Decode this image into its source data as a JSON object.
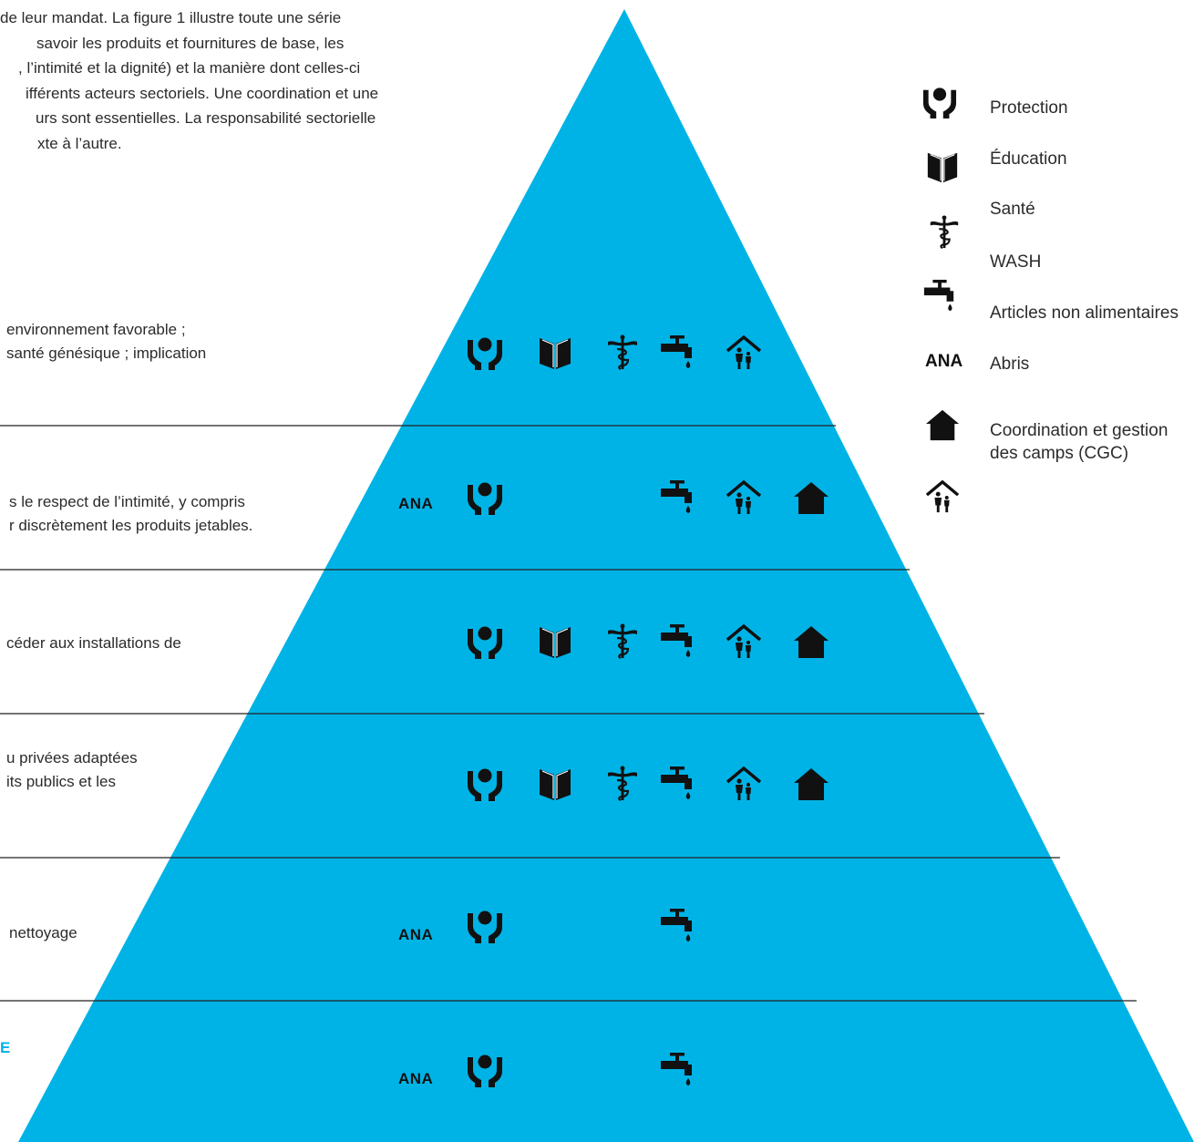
{
  "intro_lines": [
    "de leur mandat. La figure 1 illustre toute une série",
    "savoir les produits et fournitures de base, les",
    ", l’intimité et la dignité) et la manière dont celles-ci",
    "ifférents acteurs sectoriels. Une coordination et une",
    "urs sont essentielles. La responsabilité sectorielle",
    "xte à l’autre."
  ],
  "rows": [
    {
      "text": [
        "environnement favorable ;",
        "santé génésique ; implication"
      ],
      "ana": "",
      "icons": [
        "protection-icon",
        "education-icon",
        "health-icon",
        "wash-icon",
        "shelter-icon"
      ]
    },
    {
      "text": [
        "s le respect de l’intimité, y compris",
        "r discrètement les produits jetables."
      ],
      "ana": "ANA",
      "icons": [
        "protection-icon",
        "",
        "",
        "wash-icon",
        "shelter-icon",
        "cccm-icon"
      ]
    },
    {
      "text": [
        "céder aux installations de"
      ],
      "ana": "",
      "icons": [
        "protection-icon",
        "education-icon",
        "health-icon",
        "wash-icon",
        "shelter-icon",
        "cccm-icon"
      ]
    },
    {
      "text": [
        "u privées adaptées",
        "its publics et les"
      ],
      "ana": "",
      "icons": [
        "protection-icon",
        "education-icon",
        "health-icon",
        "wash-icon",
        "shelter-icon",
        "cccm-icon"
      ]
    },
    {
      "text": [
        "nettoyage"
      ],
      "ana": "ANA",
      "icons": [
        "protection-icon",
        "",
        "",
        "wash-icon"
      ]
    },
    {
      "text": [],
      "highlight": "E",
      "ana": "ANA",
      "icons": [
        "protection-icon",
        "",
        "",
        "wash-icon"
      ]
    }
  ],
  "legend": [
    {
      "icon": "protection-icon",
      "label": "Protection"
    },
    {
      "icon": "education-icon",
      "label": "Éducation"
    },
    {
      "icon": "health-icon",
      "label": "Santé"
    },
    {
      "icon": "wash-icon",
      "label": "WASH"
    },
    {
      "icon": "",
      "label": "Articles non alimentaires"
    },
    {
      "icon": "ana-mark",
      "ana_text": "ANA",
      "label": "Abris"
    },
    {
      "icon": "cccm-icon",
      "label": "Coordination et gestion des camps (CGC)"
    },
    {
      "icon": "shelter-icon",
      "label": ""
    }
  ],
  "colors": {
    "pyramid": "#00b3e6",
    "highlight": "#00b3e6",
    "lines": "#222222",
    "icons": "#111111"
  }
}
